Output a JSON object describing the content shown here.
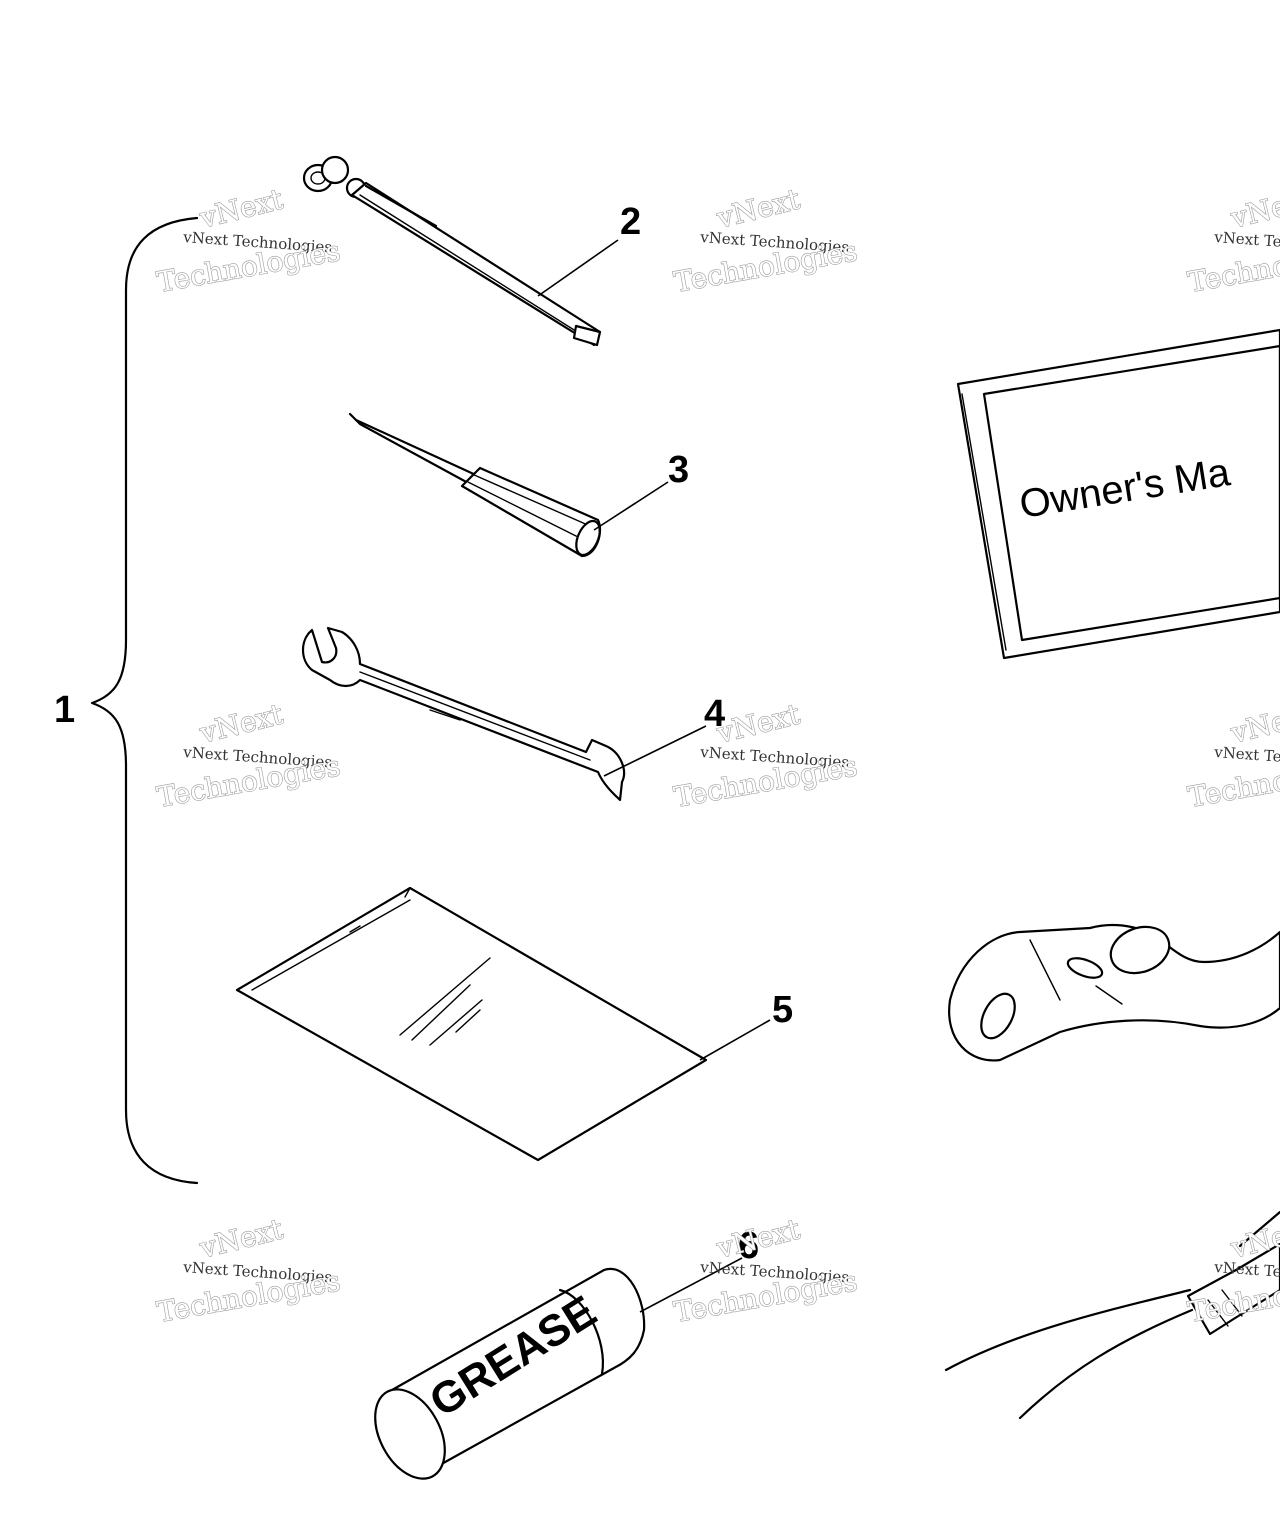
{
  "callouts": {
    "c1": "1",
    "c2": "2",
    "c3": "3",
    "c4": "4",
    "c5": "5",
    "c6": "6"
  },
  "parts": {
    "manual_title": "Owner's Ma",
    "grease_label": "GREASE"
  },
  "watermark": {
    "line_small": "vNext Technologies",
    "line_big_top": "vNext",
    "line_big_bottom": "Technologies"
  },
  "colors": {
    "ink": "#000000",
    "watermark": "#9a9a9a",
    "background": "#ffffff"
  }
}
